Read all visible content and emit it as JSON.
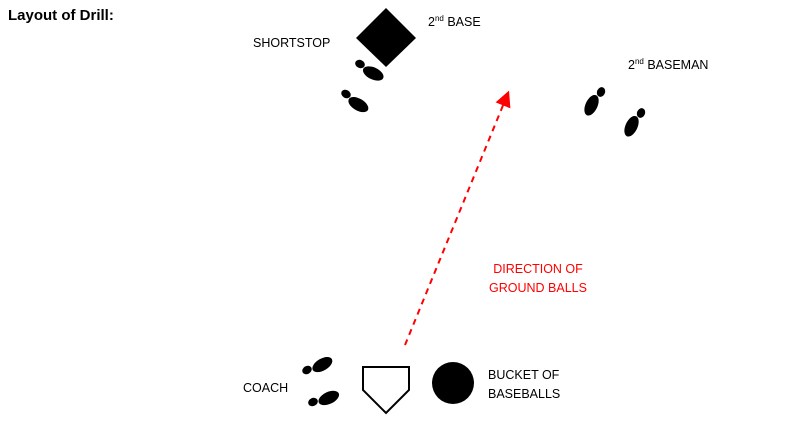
{
  "title": "Layout of Drill:",
  "labels": {
    "second_base": "2",
    "second_base_sup": "nd",
    "second_base_rest": " BASE",
    "shortstop": "SHORTSTOP",
    "second_baseman": "2",
    "second_baseman_sup": "nd",
    "second_baseman_rest": " BASEMAN",
    "direction_line1": "DIRECTION OF",
    "direction_line2": "GROUND BALLS",
    "coach": "COACH",
    "bucket_line1": "BUCKET OF",
    "bucket_line2": "BASEBALLS"
  },
  "colors": {
    "arrow": "#ff0000",
    "ink": "#000000"
  }
}
